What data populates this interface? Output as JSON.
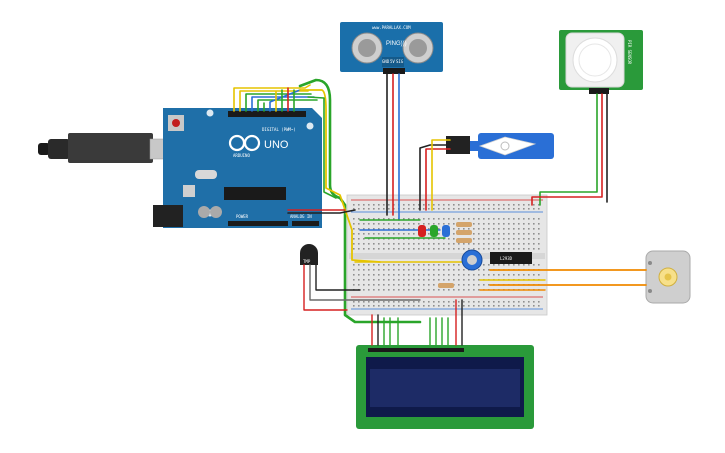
{
  "arduino": {
    "brand": "ARDUINO",
    "model": "UNO",
    "digital_label": "DIGITAL (PWM~)",
    "power_label": "POWER",
    "analog_label": "ANALOG IN"
  },
  "ultrasonic": {
    "brand": "www.PARALLAX.COM",
    "model": "PING)))",
    "pins": [
      "GND",
      "5V",
      "SIG"
    ]
  },
  "pir": {
    "label": "PIR SENSOR"
  },
  "temp_sensor": {
    "label": "TMP"
  },
  "motor_driver": {
    "label": "L293D"
  },
  "lcd": {
    "label": ""
  },
  "colors": {
    "board_blue": "#1f6fa8",
    "breadboard": "#e6e6e6",
    "pcb_green": "#2a9a3a",
    "lcd_screen": "#1d2b66",
    "wire_red": "#d62020",
    "wire_black": "#222222",
    "wire_green": "#2aa52a",
    "wire_blue": "#2a6fd6",
    "wire_yellow": "#e5c400",
    "wire_orange": "#f08a00"
  }
}
